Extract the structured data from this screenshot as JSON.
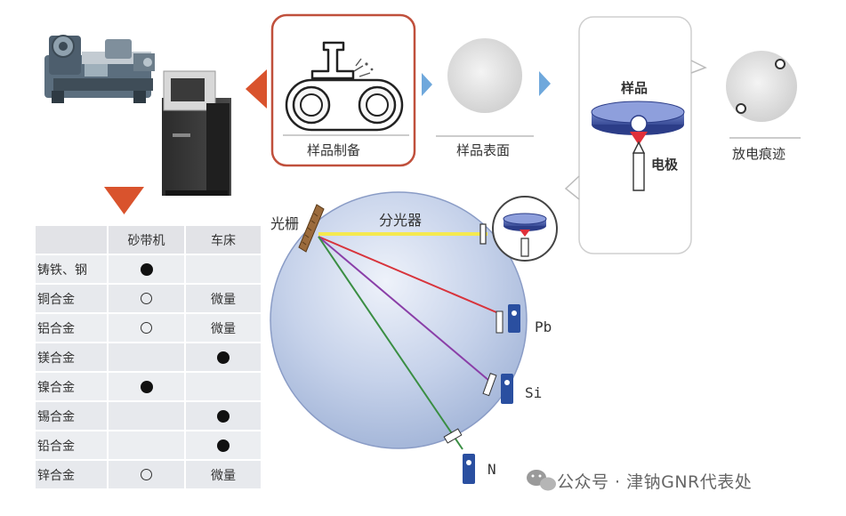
{
  "steps": {
    "sample_prep": "样品制备",
    "sample_surface": "样品表面",
    "discharge_trace": "放电痕迹"
  },
  "labels": {
    "sample": "样品",
    "electrode": "电极",
    "spectrometer": "分光器",
    "grating": "光栅"
  },
  "elements": [
    "Pb",
    "Si",
    "N"
  ],
  "table": {
    "headers": [
      "",
      "砂带机",
      "车床"
    ],
    "rows": [
      {
        "alloy": "铸铁、钢",
        "belt": "dot",
        "lathe": ""
      },
      {
        "alloy": "铜合金",
        "belt": "circle",
        "lathe": "微量"
      },
      {
        "alloy": "铝合金",
        "belt": "circle",
        "lathe": "微量"
      },
      {
        "alloy": "镁合金",
        "belt": "",
        "lathe": "dot"
      },
      {
        "alloy": "镍合金",
        "belt": "dot",
        "lathe": ""
      },
      {
        "alloy": "锡合金",
        "belt": "",
        "lathe": "dot"
      },
      {
        "alloy": "铅合金",
        "belt": "",
        "lathe": "dot"
      },
      {
        "alloy": "锌合金",
        "belt": "circle",
        "lathe": "微量"
      }
    ]
  },
  "watermark": "公众号 · 津钠GNR代表处",
  "colors": {
    "accent_red": "#d9532d",
    "frame_red": "#c0503c",
    "arrow_blue": "#6fa8dc",
    "sphere_blue": "#b8c6e2",
    "beam_yellow": "#f5e94f",
    "line_red": "#d8343c",
    "line_purple": "#8a3fa8",
    "line_green": "#3a8e43"
  }
}
